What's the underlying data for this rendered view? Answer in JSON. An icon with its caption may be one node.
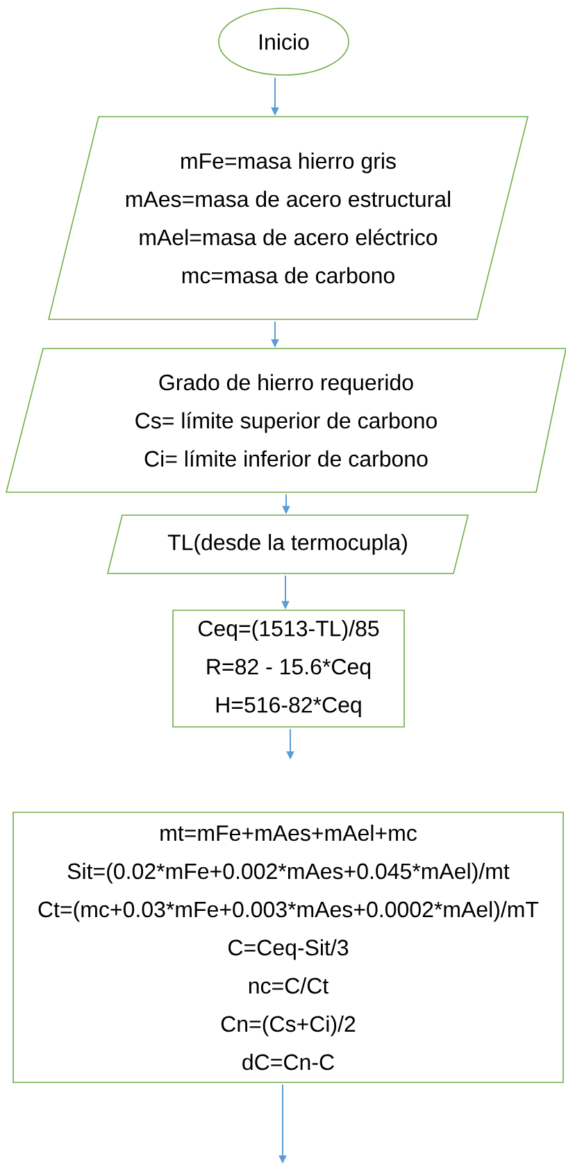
{
  "diagram": {
    "nodes": [
      {
        "text": [
          "Inicio"
        ]
      },
      {
        "text": [
          "mFe=masa hierro gris",
          "mAes=masa de acero estructural",
          "mAel=masa de acero eléctrico",
          "mc=masa de carbono"
        ]
      },
      {
        "text": [
          "Grado de hierro requerido",
          "Cs= límite superior de carbono",
          "Ci= límite inferior de carbono"
        ]
      },
      {
        "text": [
          "TL(desde la termocupla)"
        ]
      },
      {
        "text": [
          "Ceq=(1513-TL)/85",
          "R=82 - 15.6*Ceq",
          "H=516-82*Ceq"
        ]
      },
      {
        "text": [
          "mt=mFe+mAes+mAel+mc",
          "Sit=(0.02*mFe+0.002*mAes+0.045*mAel)/mt",
          "Ct=(mc+0.03*mFe+0.003*mAes+0.0002*mAel)/mT",
          "C=Ceq-Sit/3",
          "nc=C/Ct",
          "Cn=(Cs+Ci)/2",
          "dC=Cn-C"
        ]
      }
    ],
    "edges": [
      {
        "from": 0,
        "to": 1,
        "arrow": "to"
      },
      {
        "from": 1,
        "to": 2,
        "arrow": "to"
      },
      {
        "from": 2,
        "to": 3,
        "arrow": "to"
      },
      {
        "from": 3,
        "to": 4,
        "arrow": "to"
      },
      {
        "from": 4,
        "to": null,
        "arrow": "to"
      },
      {
        "from": 5,
        "to": null,
        "arrow": "to"
      }
    ]
  }
}
